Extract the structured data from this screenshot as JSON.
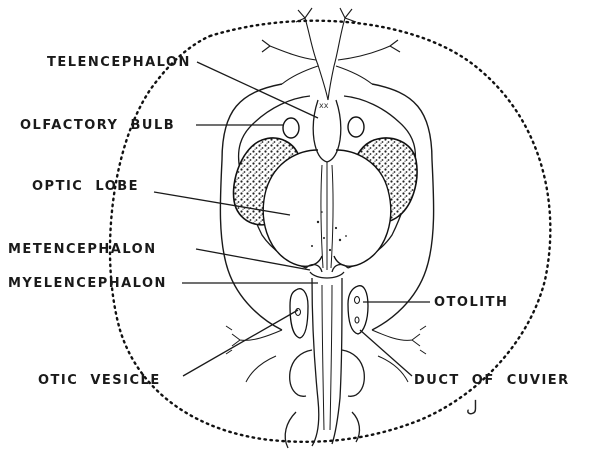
{
  "figure": {
    "labels": {
      "telencephalon": "TELENCEPHALON",
      "olfactory_bulb": "OLFACTORY  BULB",
      "optic_lobe": "OPTIC  LOBE",
      "metencephalon": "METENCEPHALON",
      "myelencephalon": "MYELENCEPHALON",
      "otolith": "OTOLITH",
      "otic_vesicle": "OTIC  VESICLE",
      "duct_of_cuvier": "DUCT  OF  CUVIER"
    },
    "artist_mark": "ل"
  }
}
